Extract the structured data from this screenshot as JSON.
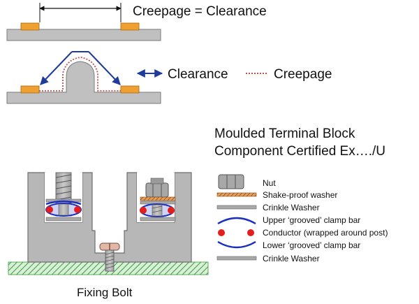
{
  "diagram": {
    "labels": {
      "creepage_equals_clearance": "Creepage = Clearance",
      "clearance": "Clearance",
      "creepage": "Creepage",
      "title_line1": "Moulded Terminal Block",
      "title_line2": "Component Certified  Ex…./U",
      "fixing_bolt": "Fixing Bolt"
    },
    "legend": [
      {
        "icon": "nut-icon",
        "label": "Nut"
      },
      {
        "icon": "shake-proof-washer-icon",
        "label": "Shake-proof washer"
      },
      {
        "icon": "crinkle-washer-icon",
        "label": "Crinkle Washer"
      },
      {
        "icon": "upper-clamp-bar-icon",
        "label": "Upper ‘grooved’ clamp bar"
      },
      {
        "icon": "conductor-icon",
        "label": "Conductor (wrapped around post)"
      },
      {
        "icon": "lower-clamp-bar-icon",
        "label": "Lower ‘grooved’ clamp bar"
      },
      {
        "icon": "crinkle-washer-icon",
        "label": "Crinkle Washer"
      }
    ],
    "colors": {
      "board": "#c0c0c0",
      "board_edge": "#7a7a7a",
      "pad": "#f0a030",
      "clearance_arrow": "#1f3c9c",
      "creepage_line": "#c0504d",
      "washer_orange": "#c8782a",
      "conductor": "#e41e1e",
      "clamp_bar": "#1a2fbf",
      "ground": "#3a9a3a"
    }
  }
}
